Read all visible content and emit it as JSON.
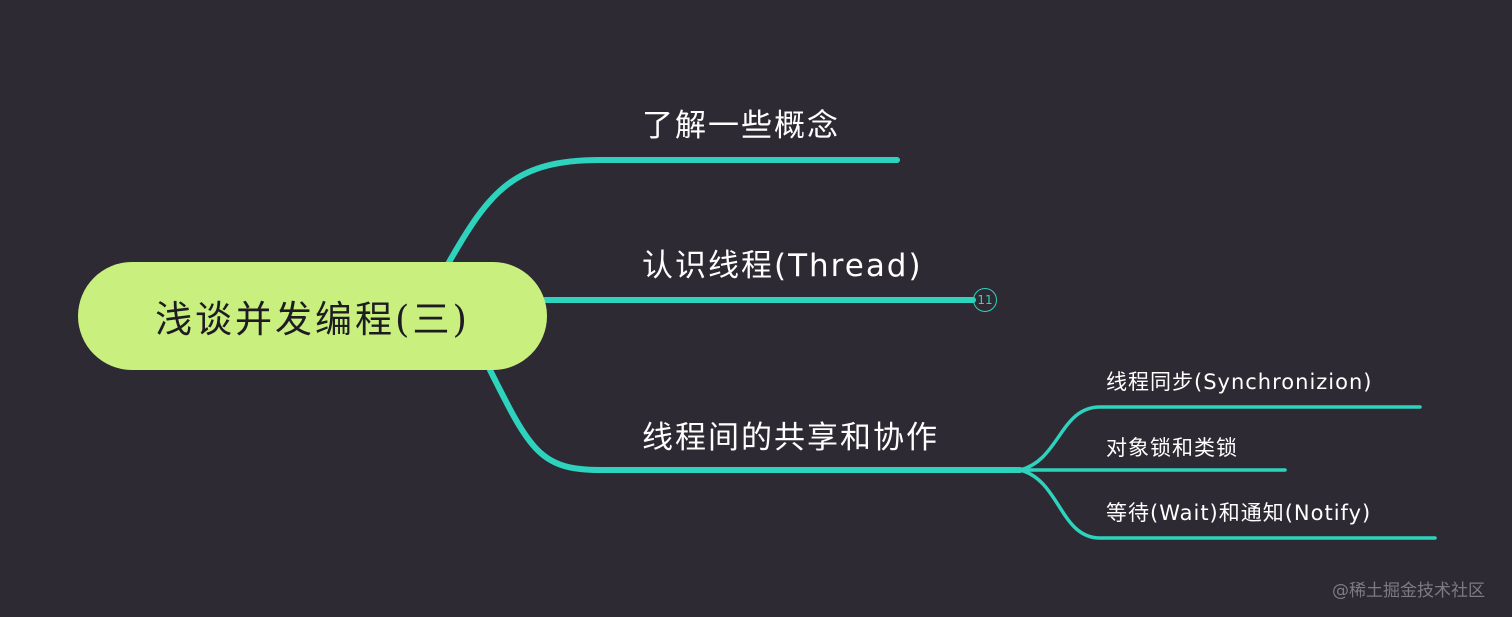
{
  "mindmap": {
    "root": {
      "label": "浅谈并发编程(三)"
    },
    "branches": [
      {
        "label": "了解一些概念",
        "children": []
      },
      {
        "label": "认识线程(Thread)",
        "collapsed_count": "11",
        "children": []
      },
      {
        "label": "线程间的共享和协作",
        "children": [
          {
            "label": "线程同步(Synchronizion)"
          },
          {
            "label": "对象锁和类锁"
          },
          {
            "label": "等待(Wait)和通知(Notify)"
          }
        ]
      }
    ]
  },
  "watermark": "@稀土掘金技术社区",
  "colors": {
    "background": "#2e2a33",
    "root_fill": "#c9f07e",
    "connector": "#2ed3bd",
    "text": "#ffffff"
  }
}
